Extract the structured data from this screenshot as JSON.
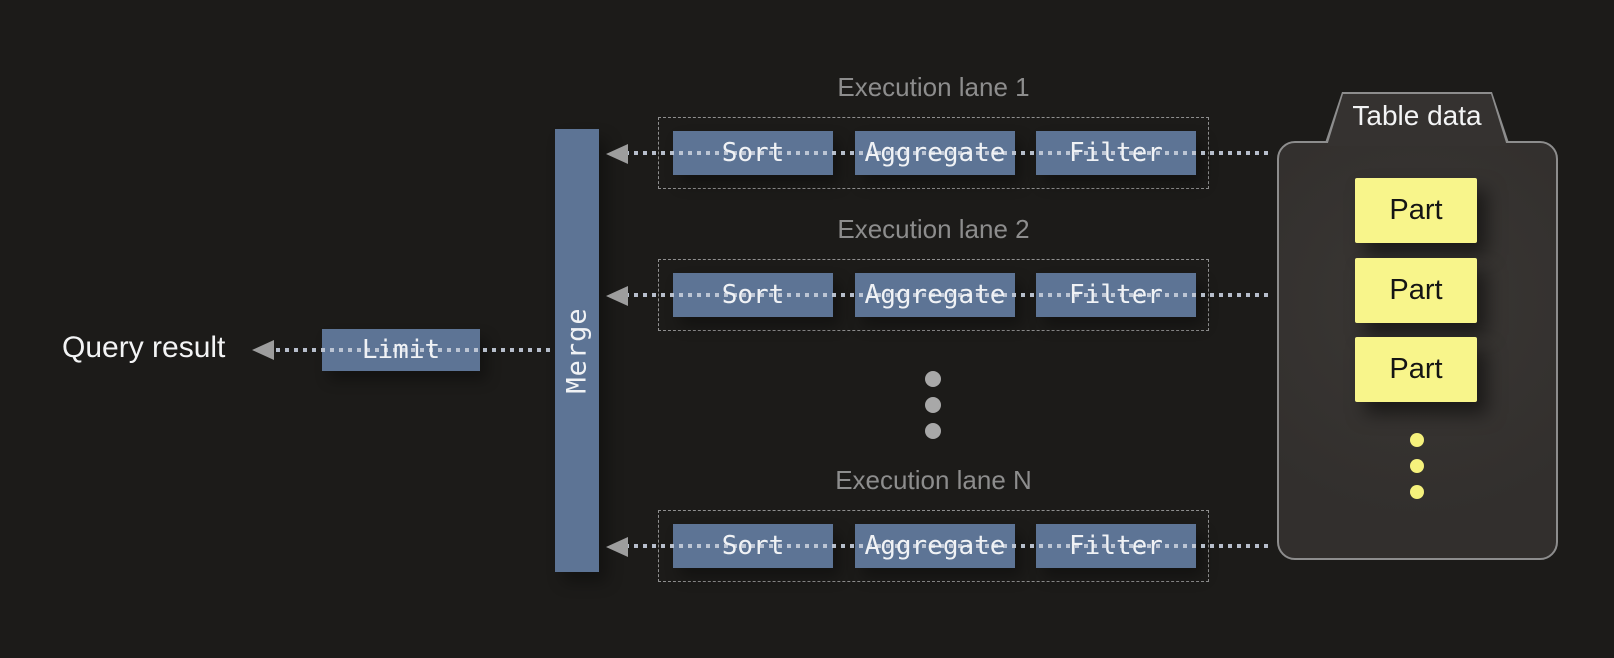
{
  "diagram": {
    "query_result_label": "Query result",
    "limit_label": "Limit",
    "merge_label": "Merge",
    "lanes": [
      {
        "label": "Execution lane 1",
        "operators": [
          "Sort",
          "Aggregate",
          "Filter"
        ]
      },
      {
        "label": "Execution lane 2",
        "operators": [
          "Sort",
          "Aggregate",
          "Filter"
        ]
      },
      {
        "label": "Execution lane N",
        "operators": [
          "Sort",
          "Aggregate",
          "Filter"
        ]
      }
    ],
    "table_data": {
      "label": "Table data",
      "parts": [
        "Part",
        "Part",
        "Part"
      ]
    },
    "colors": {
      "background": "#1c1b19",
      "operator_blue": "#5d7495",
      "part_yellow": "#f8f58b",
      "container_bg": "#353230",
      "container_border": "#8d8d8d",
      "lane_label_gray": "#8d8d8d",
      "dotted_line_gray": "#c4ccda",
      "arrow_gray": "#9d9d9d",
      "text_white": "#f3f4f5",
      "text_black": "#141414"
    }
  }
}
